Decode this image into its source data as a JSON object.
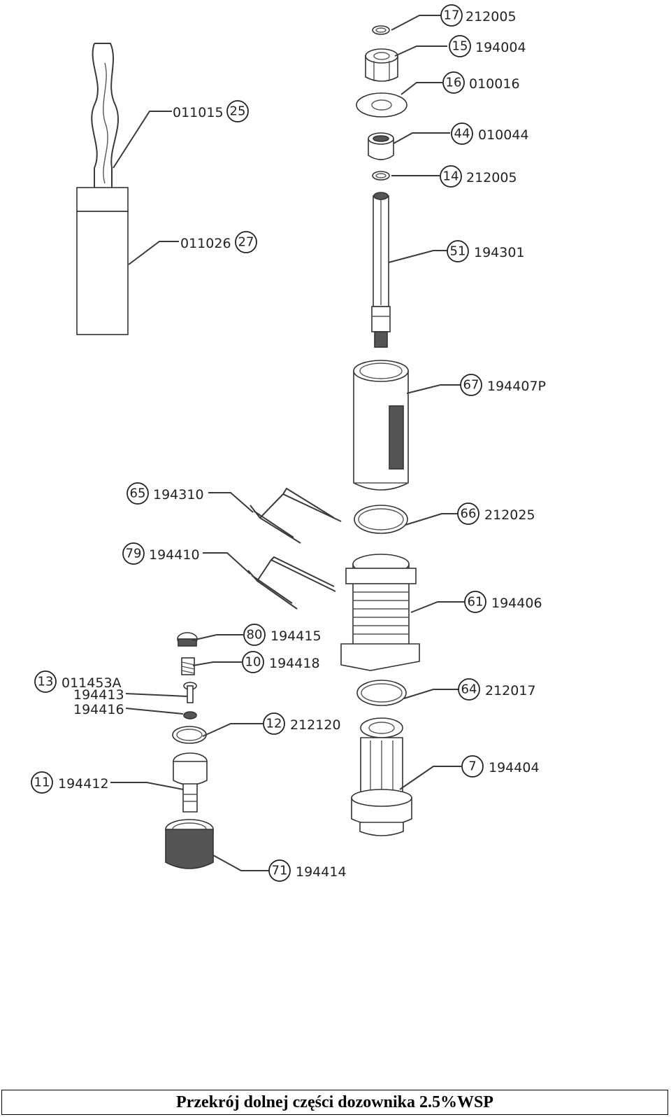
{
  "caption": "Przekrój  dolnej części dozownika 2.5%WSP",
  "callouts": [
    {
      "num": "17",
      "part": "212005"
    },
    {
      "num": "15",
      "part": "194004"
    },
    {
      "num": "16",
      "part": "010016"
    },
    {
      "num": "44",
      "part": "010044"
    },
    {
      "num": "14",
      "part": "212005"
    },
    {
      "num": "51",
      "part": "194301"
    },
    {
      "num": "25",
      "part": "011015"
    },
    {
      "num": "27",
      "part": "011026"
    },
    {
      "num": "67",
      "part": "194407P"
    },
    {
      "num": "65",
      "part": "194310"
    },
    {
      "num": "66",
      "part": "212025"
    },
    {
      "num": "79",
      "part": "194410"
    },
    {
      "num": "61",
      "part": "194406"
    },
    {
      "num": "80",
      "part": "194415"
    },
    {
      "num": "10",
      "part": "194418"
    },
    {
      "num": "13",
      "part": "011453A"
    },
    {
      "num": "",
      "part": "194413"
    },
    {
      "num": "",
      "part": "194416"
    },
    {
      "num": "12",
      "part": "212120"
    },
    {
      "num": "64",
      "part": "212017"
    },
    {
      "num": "11",
      "part": "194412"
    },
    {
      "num": "7",
      "part": "194404"
    },
    {
      "num": "71",
      "part": "194414"
    }
  ]
}
